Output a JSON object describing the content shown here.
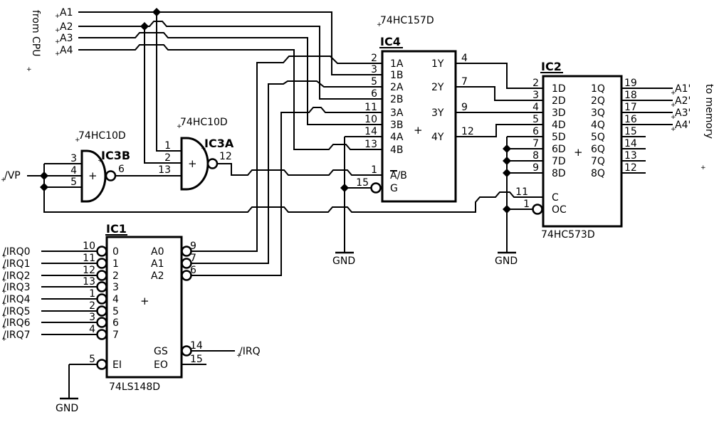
{
  "decor": {
    "tick": "+"
  },
  "nets": {
    "from_cpu": "from CPU",
    "a_bus": [
      "A1",
      "A2",
      "A3",
      "A4"
    ],
    "vp": "/VP",
    "irq_in": [
      "/IRQ0",
      "/IRQ1",
      "/IRQ2",
      "/IRQ3",
      "/IRQ4",
      "/IRQ5",
      "/IRQ6",
      "/IRQ7"
    ],
    "irq_out": "/IRQ",
    "a_out": [
      "A1'",
      "A2'",
      "A3'",
      "A4'"
    ],
    "to_memory": "to memory",
    "gnd": "GND"
  },
  "ic4": {
    "ref": "IC4",
    "part": "74HC157D",
    "plus": "+",
    "left": [
      {
        "num": "2",
        "name": "1A"
      },
      {
        "num": "3",
        "name": "1B"
      },
      {
        "num": "5",
        "name": "2A"
      },
      {
        "num": "6",
        "name": "2B"
      },
      {
        "num": "11",
        "name": "3A"
      },
      {
        "num": "10",
        "name": "3B"
      },
      {
        "num": "14",
        "name": "4A"
      },
      {
        "num": "13",
        "name": "4B"
      },
      {
        "num": "1",
        "name": "A/B"
      },
      {
        "num": "15",
        "name": "G"
      }
    ],
    "right": [
      {
        "num": "4",
        "name": "1Y"
      },
      {
        "num": "7",
        "name": "2Y"
      },
      {
        "num": "9",
        "name": "3Y"
      },
      {
        "num": "12",
        "name": "4Y"
      }
    ]
  },
  "ic2": {
    "ref": "IC2",
    "part": "74HC573D",
    "plus": "+",
    "left": [
      {
        "num": "2",
        "name": "1D"
      },
      {
        "num": "3",
        "name": "2D"
      },
      {
        "num": "4",
        "name": "3D"
      },
      {
        "num": "5",
        "name": "4D"
      },
      {
        "num": "6",
        "name": "5D"
      },
      {
        "num": "7",
        "name": "6D"
      },
      {
        "num": "8",
        "name": "7D"
      },
      {
        "num": "9",
        "name": "8D"
      },
      {
        "num": "11",
        "name": "C"
      },
      {
        "num": "1",
        "name": "OC"
      }
    ],
    "right": [
      {
        "num": "19",
        "name": "1Q"
      },
      {
        "num": "18",
        "name": "2Q"
      },
      {
        "num": "17",
        "name": "3Q"
      },
      {
        "num": "16",
        "name": "4Q"
      },
      {
        "num": "15",
        "name": "5Q"
      },
      {
        "num": "14",
        "name": "6Q"
      },
      {
        "num": "13",
        "name": "7Q"
      },
      {
        "num": "12",
        "name": "8Q"
      }
    ]
  },
  "ic1": {
    "ref": "IC1",
    "part": "74LS148D",
    "plus": "+",
    "left": [
      {
        "num": "10",
        "name": "0"
      },
      {
        "num": "11",
        "name": "1"
      },
      {
        "num": "12",
        "name": "2"
      },
      {
        "num": "13",
        "name": "3"
      },
      {
        "num": "1",
        "name": "4"
      },
      {
        "num": "2",
        "name": "5"
      },
      {
        "num": "3",
        "name": "6"
      },
      {
        "num": "4",
        "name": "7"
      },
      {
        "num": "5",
        "name": "EI"
      }
    ],
    "right": [
      {
        "num": "9",
        "name": "A0"
      },
      {
        "num": "7",
        "name": "A1"
      },
      {
        "num": "6",
        "name": "A2"
      },
      {
        "num": "14",
        "name": "GS"
      },
      {
        "num": "15",
        "name": "EO"
      }
    ]
  },
  "ic3a": {
    "ref": "IC3A",
    "part": "74HC10D",
    "plus": "+",
    "inputs": [
      "1",
      "2",
      "13"
    ],
    "output": "12"
  },
  "ic3b": {
    "ref": "IC3B",
    "part": "74HC10D",
    "plus": "+",
    "inputs": [
      "3",
      "4",
      "5"
    ],
    "output": "6"
  }
}
